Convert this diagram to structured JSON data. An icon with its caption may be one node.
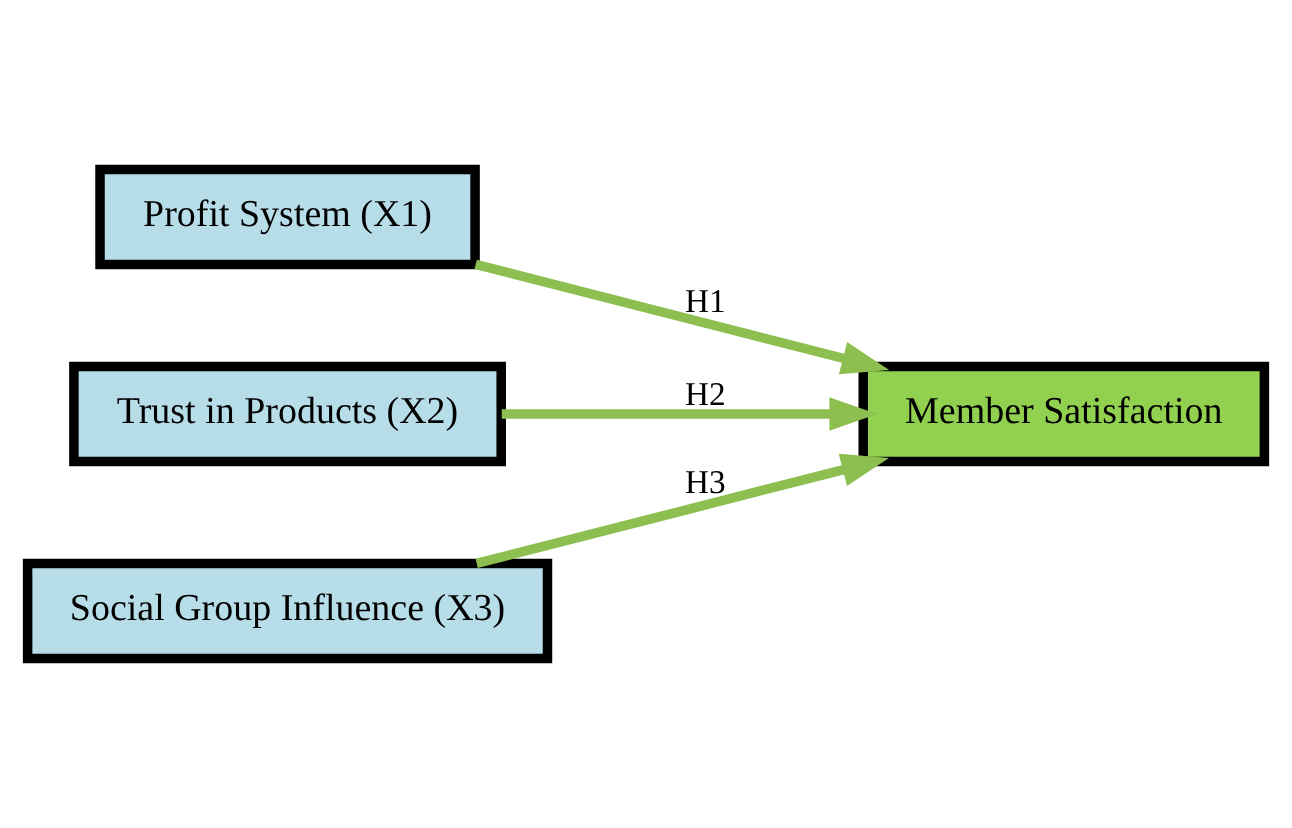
{
  "diagram": {
    "nodes": [
      {
        "text": [
          "Profit System (X1)"
        ]
      },
      {
        "text": [
          "Trust in Products (X2)"
        ]
      },
      {
        "text": [
          "Social Group Influence (X3)"
        ]
      },
      {
        "text": [
          "Member Satisfaction"
        ]
      }
    ],
    "edges": [
      {
        "from": 0,
        "to": 3,
        "arrow": "to",
        "label": "H1"
      },
      {
        "from": 1,
        "to": 3,
        "arrow": "to",
        "label": "H2"
      },
      {
        "from": 2,
        "to": 3,
        "arrow": "to",
        "label": "H3"
      }
    ]
  }
}
